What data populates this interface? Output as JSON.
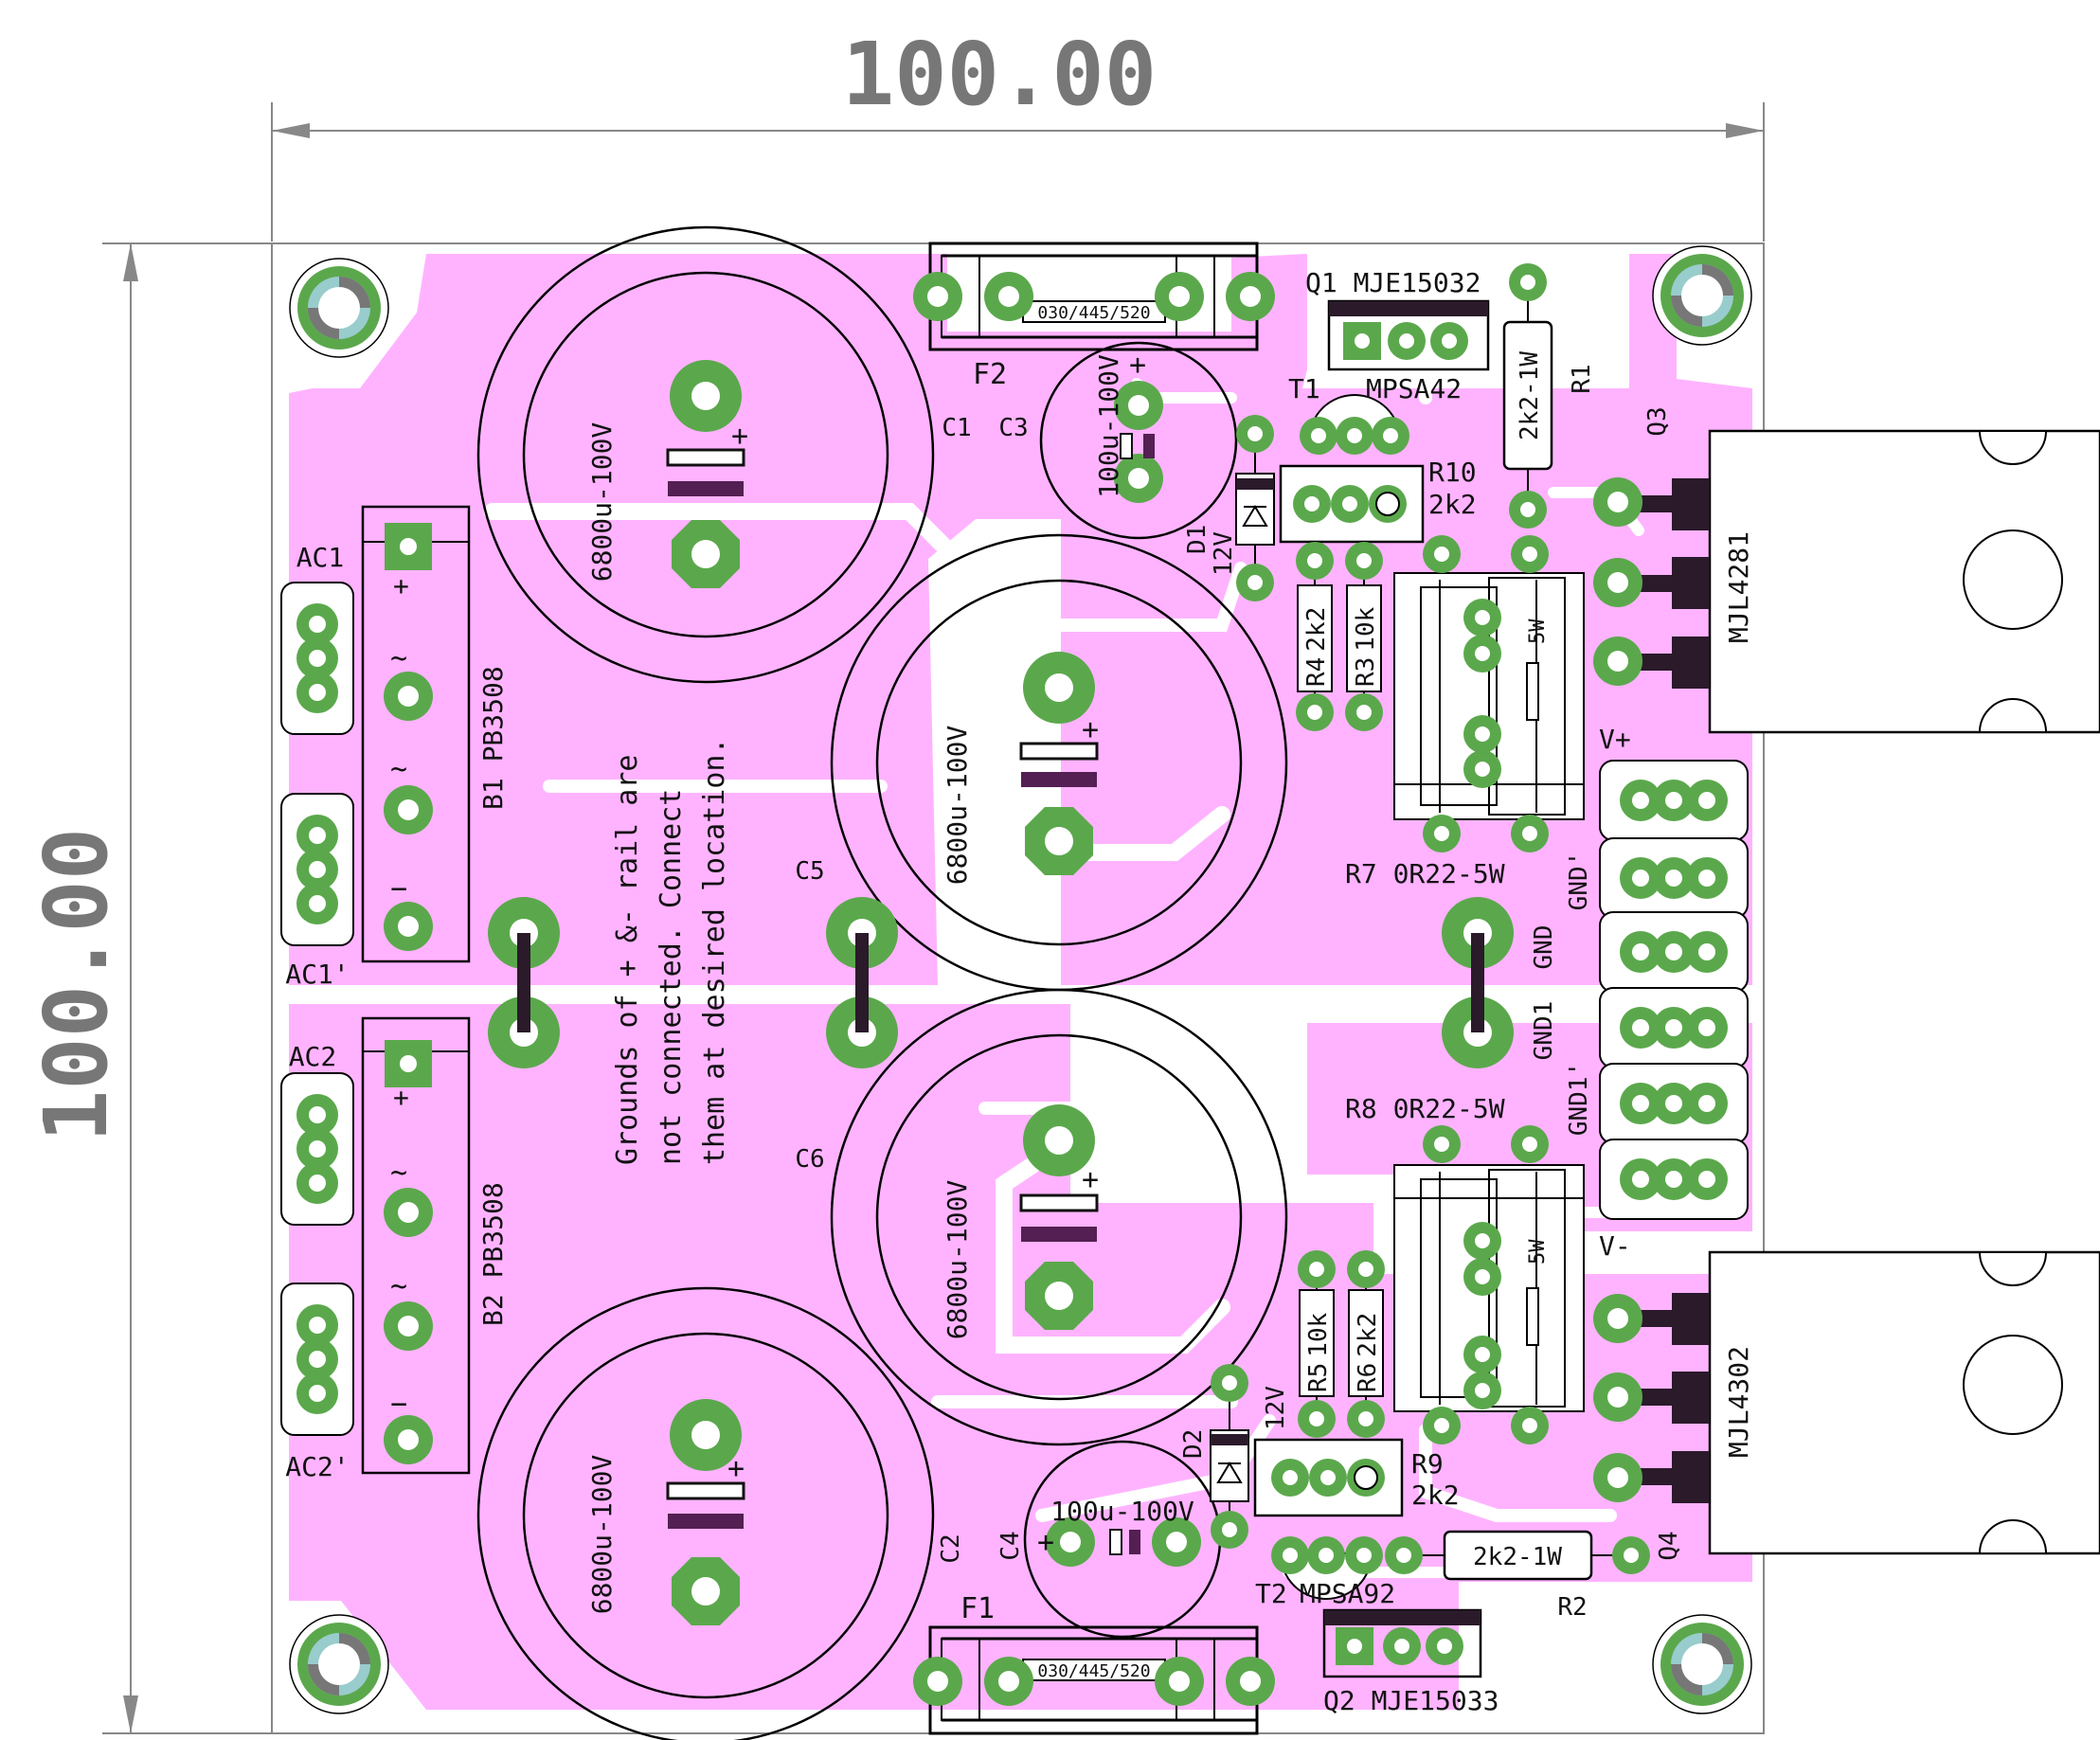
{
  "dimensions": {
    "width": "100.00",
    "height": "100.00"
  },
  "note": [
    "Grounds of + &- rail are",
    "not connected. Connect",
    "them at desired location."
  ],
  "capacitors_large": {
    "c1": "6800u-100V",
    "c5": "6800u-100V",
    "c6": "6800u-100V",
    "c2": "6800u-100V"
  },
  "capacitors_small": {
    "c3": "100u-100V",
    "c4": "100u-100V"
  },
  "refs": {
    "C1": "C1",
    "C2": "C2",
    "C3": "C3",
    "C4": "C4",
    "C5": "C5",
    "C6": "C6",
    "F1": "F1",
    "F2": "F2",
    "B1": "B1",
    "B2": "B2",
    "AC1": "AC1",
    "AC1p": "AC1'",
    "AC2": "AC2",
    "AC2p": "AC2'",
    "Q1": "Q1",
    "Q2": "Q2",
    "Q3": "Q3",
    "Q4": "Q4",
    "T1": "T1",
    "T2": "T2",
    "D1": "D1",
    "D2": "D2",
    "R1": "R1",
    "R2": "R2",
    "R3": "R3",
    "R4": "R4",
    "R5": "R5",
    "R6": "R6",
    "R7": "R7",
    "R8": "R8",
    "R9": "R9",
    "R10": "R10"
  },
  "values": {
    "fuse": "030/445/520",
    "bridge": "PB3508",
    "q1": "MJE15032",
    "q2": "MJE15033",
    "t1": "MPSA42",
    "t2": "MPSA92",
    "q3": "MJL4281",
    "q4": "MJL4302",
    "zener": "12V",
    "r1": "2k2-1W",
    "r2": "2k2-1W",
    "r3": "10k",
    "r4": "2k2",
    "r5": "10k",
    "r6": "2k2",
    "r7": "0R22-5W",
    "r8": "0R22-5W",
    "r9": "2k2",
    "r10": "2k2",
    "rpower": "5W"
  },
  "connectors": {
    "vplus": "V+",
    "vminus": "V-",
    "gnd": "GND",
    "gndp": "GND'",
    "gnd1": "GND1",
    "gnd1p": "GND1'"
  },
  "symbols": {
    "plus": "+",
    "minus": "−",
    "tilde": "~"
  },
  "colors": {
    "board": "#ffffff",
    "copper": "#ffb3ff",
    "pad": "#5ba84c",
    "hole": "#ffffff",
    "silk": "#111111",
    "outline": "#888888"
  }
}
